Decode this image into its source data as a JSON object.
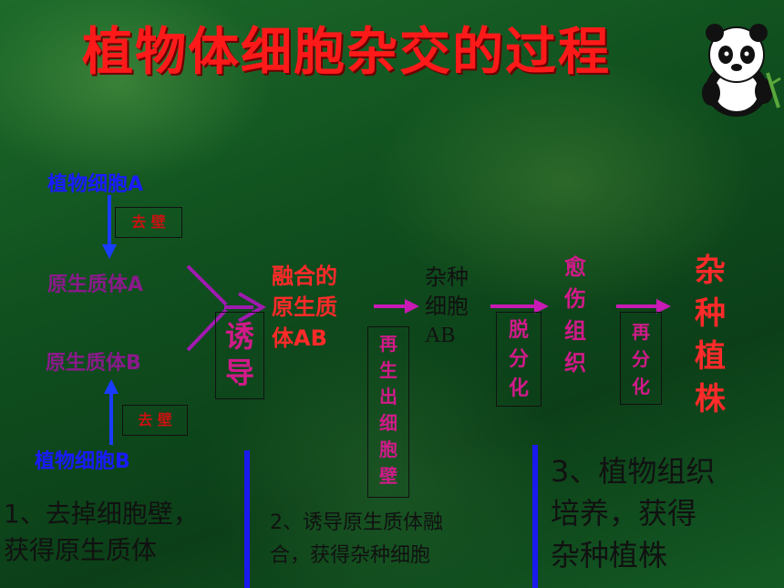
{
  "title": "植物体细胞杂交的过程",
  "left": {
    "cell_a": "植物细胞A",
    "remove_wall_a": "去 壁",
    "protoplast_a": "原生质体A",
    "protoplast_b": "原生质体B",
    "remove_wall_b": "去 壁",
    "cell_b": "植物细胞B"
  },
  "induce": [
    "诱",
    "导"
  ],
  "fused": [
    "融合的",
    "原生质",
    "体AB"
  ],
  "regen_wall": [
    "再",
    "生",
    "出",
    "细",
    "胞",
    "壁"
  ],
  "hybrid_cell": [
    "杂种",
    "细胞",
    "AB"
  ],
  "dediff": [
    "脱",
    "分",
    "化"
  ],
  "callus": [
    "愈",
    "伤",
    "组",
    "织"
  ],
  "rediff": [
    "再",
    "分",
    "化"
  ],
  "hybrid_plant": [
    "杂",
    "种",
    "植",
    "株"
  ],
  "steps": {
    "step1": [
      "1、去掉细胞壁，",
      "获得原生质体"
    ],
    "step2": [
      "2、诱导原生质体融",
      "合，获得杂种细胞"
    ],
    "step3": [
      "3、植物组织",
      "培养，获得",
      "杂种植株"
    ]
  },
  "colors": {
    "title": "#ff1a1a",
    "blue": "#1a1aff",
    "purple": "#8a1a8a",
    "pink": "#d11a8a",
    "red": "#ff2a2a",
    "arrow_blue": "#1a3cff",
    "arrow_purple": "#a01ab0",
    "arrow_magenta": "#c81ab4"
  },
  "icons": {
    "corner": "panda-icon"
  }
}
